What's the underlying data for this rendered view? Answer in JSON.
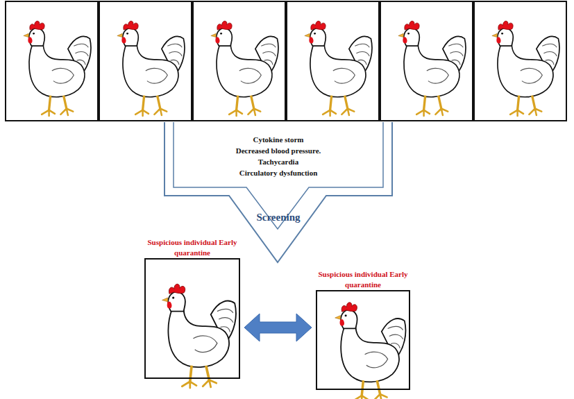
{
  "diagram": {
    "nodes": [
      {
        "text": [
          "Suspicious individual Early quarantine"
        ]
      },
      {
        "text": [
          "Suspicious individual Early quarantine"
        ]
      }
    ],
    "edges": [
      {
        "from": 0,
        "to": 1,
        "arrow": "both"
      }
    ],
    "labels": [
      "Cytokine storm",
      "Decreased blood pressure.",
      "Tachycardia",
      "Circulatory dysfunction",
      "Screening"
    ]
  }
}
